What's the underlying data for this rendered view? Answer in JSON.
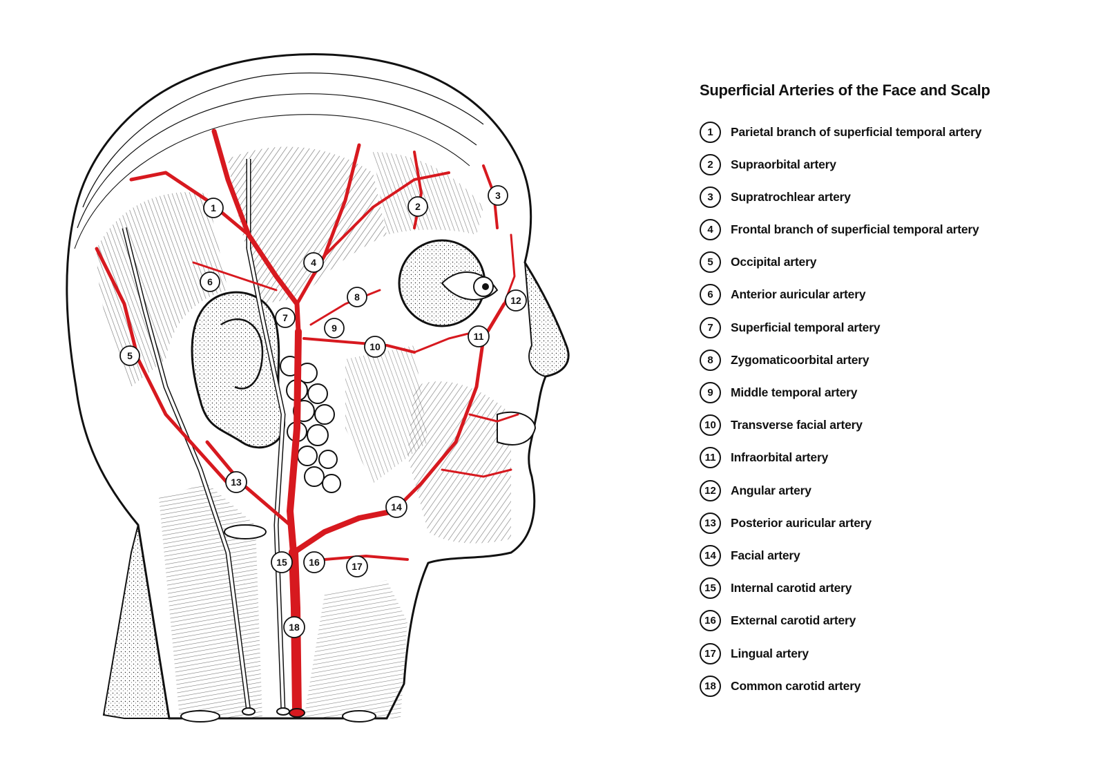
{
  "title": "Superficial Arteries of the Face and Scalp",
  "legend": [
    {
      "number": "1",
      "label": "Parietal branch of superficial temporal artery"
    },
    {
      "number": "2",
      "label": "Supraorbital artery"
    },
    {
      "number": "3",
      "label": "Supratrochlear artery"
    },
    {
      "number": "4",
      "label": "Frontal branch of superficial temporal artery"
    },
    {
      "number": "5",
      "label": "Occipital artery"
    },
    {
      "number": "6",
      "label": "Anterior auricular artery"
    },
    {
      "number": "7",
      "label": "Superficial temporal artery"
    },
    {
      "number": "8",
      "label": "Zygomaticoorbital artery"
    },
    {
      "number": "9",
      "label": "Middle temporal artery"
    },
    {
      "number": "10",
      "label": "Transverse facial artery"
    },
    {
      "number": "11",
      "label": "Infraorbital artery"
    },
    {
      "number": "12",
      "label": "Angular artery"
    },
    {
      "number": "13",
      "label": "Posterior auricular artery"
    },
    {
      "number": "14",
      "label": "Facial artery"
    },
    {
      "number": "15",
      "label": "Internal carotid artery"
    },
    {
      "number": "16",
      "label": "External carotid artery"
    },
    {
      "number": "17",
      "label": "Lingual artery"
    },
    {
      "number": "18",
      "label": "Common carotid artery"
    }
  ],
  "colors": {
    "artery": "#d7191f",
    "line": "#111111",
    "background": "#ffffff"
  }
}
